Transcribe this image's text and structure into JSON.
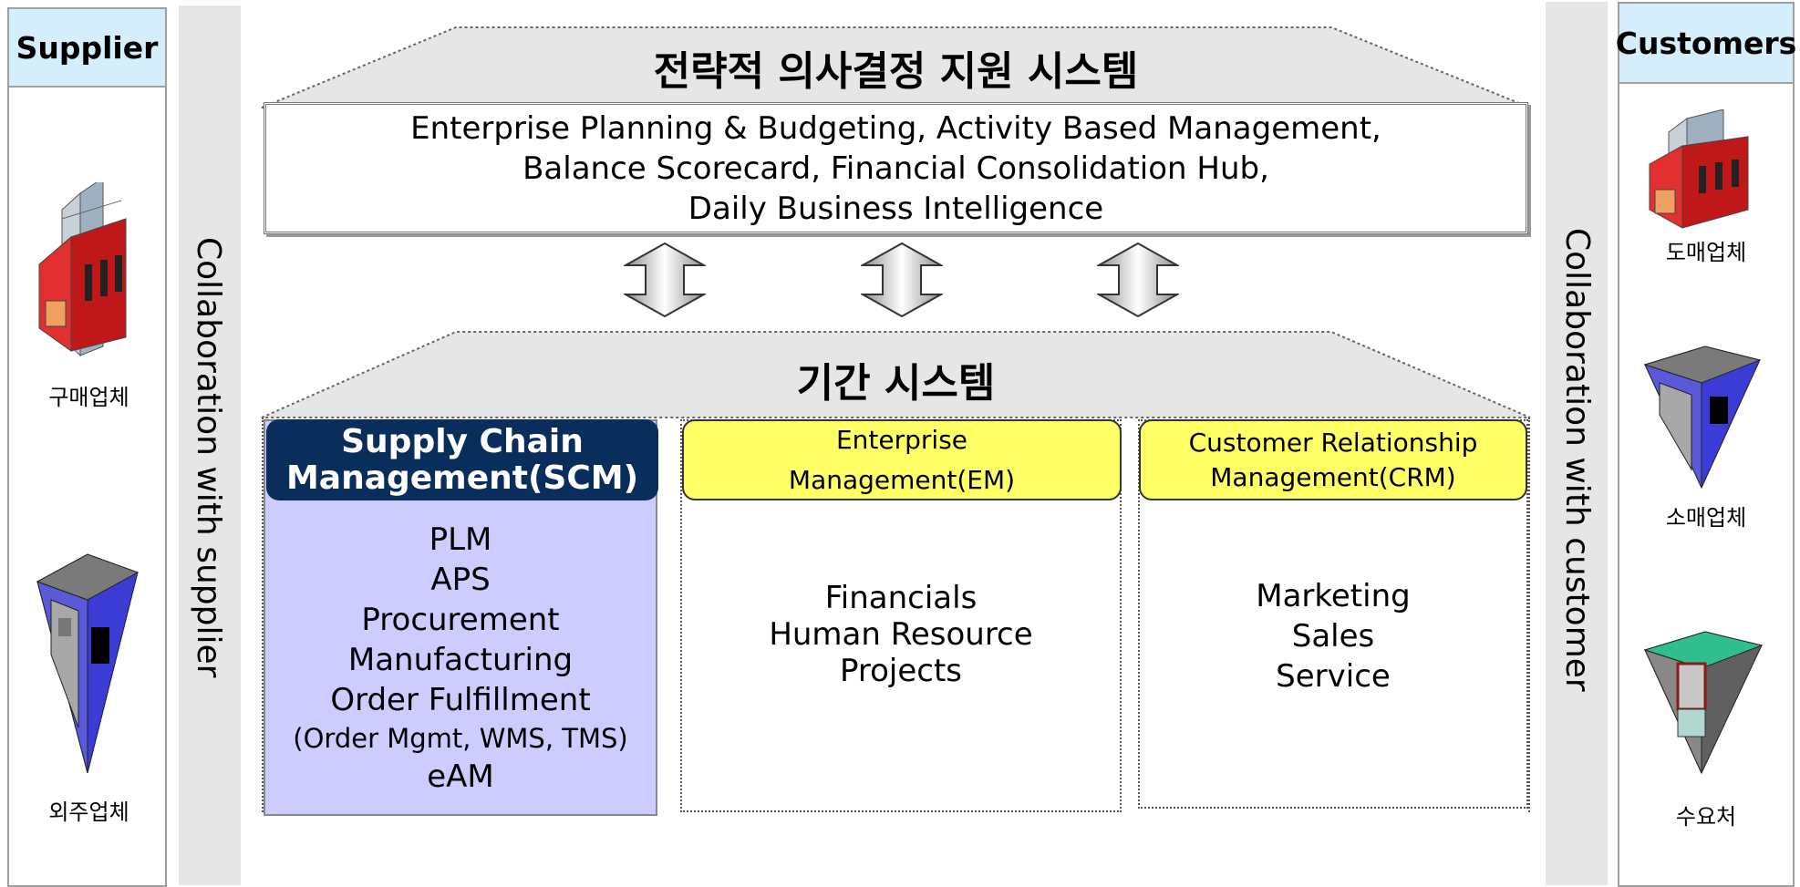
{
  "supplier": {
    "header": "Supplier",
    "buildings": [
      {
        "label": "구매업체",
        "icon": "red-factory-icon"
      },
      {
        "label": "외주업체",
        "icon": "blue-building-icon"
      }
    ],
    "band_label": "Collaboration with supplier"
  },
  "customer": {
    "header": "Customers",
    "buildings": [
      {
        "label": "도매업체",
        "icon": "red-factory-icon"
      },
      {
        "label": "소매업체",
        "icon": "blue-building-icon"
      },
      {
        "label": "수요처",
        "icon": "green-building-icon"
      }
    ],
    "band_label": "Collaboration with customer"
  },
  "strategic": {
    "title": "전략적 의사결정 지원 시스템",
    "lines": [
      "Enterprise Planning & Budgeting, Activity Based Management,",
      "Balance Scorecard, Financial Consolidation Hub,",
      "Daily Business Intelligence"
    ]
  },
  "core": {
    "title": "기간 시스템",
    "columns": [
      {
        "header_lines": [
          "Supply Chain",
          "Management(SCM)"
        ],
        "items": [
          "PLM",
          "APS",
          "Procurement",
          "Manufacturing",
          "Order Fulfillment",
          "(Order Mgmt, WMS, TMS)",
          "eAM"
        ]
      },
      {
        "header_lines": [
          "Enterprise",
          "Management(EM)"
        ],
        "items": [
          "Financials",
          "Human Resource",
          "Projects"
        ]
      },
      {
        "header_lines": [
          "Customer Relationship",
          "Management(CRM)"
        ],
        "items": [
          "Marketing",
          "Sales",
          "Service"
        ]
      }
    ]
  },
  "colors": {
    "panel_header_bg": "#d4eefb",
    "band_bg": "#e6e6e6",
    "scm_header_bg": "#0a2e5c",
    "scm_body_bg": "#ccccff",
    "em_crm_header_bg": "#ffff66"
  }
}
